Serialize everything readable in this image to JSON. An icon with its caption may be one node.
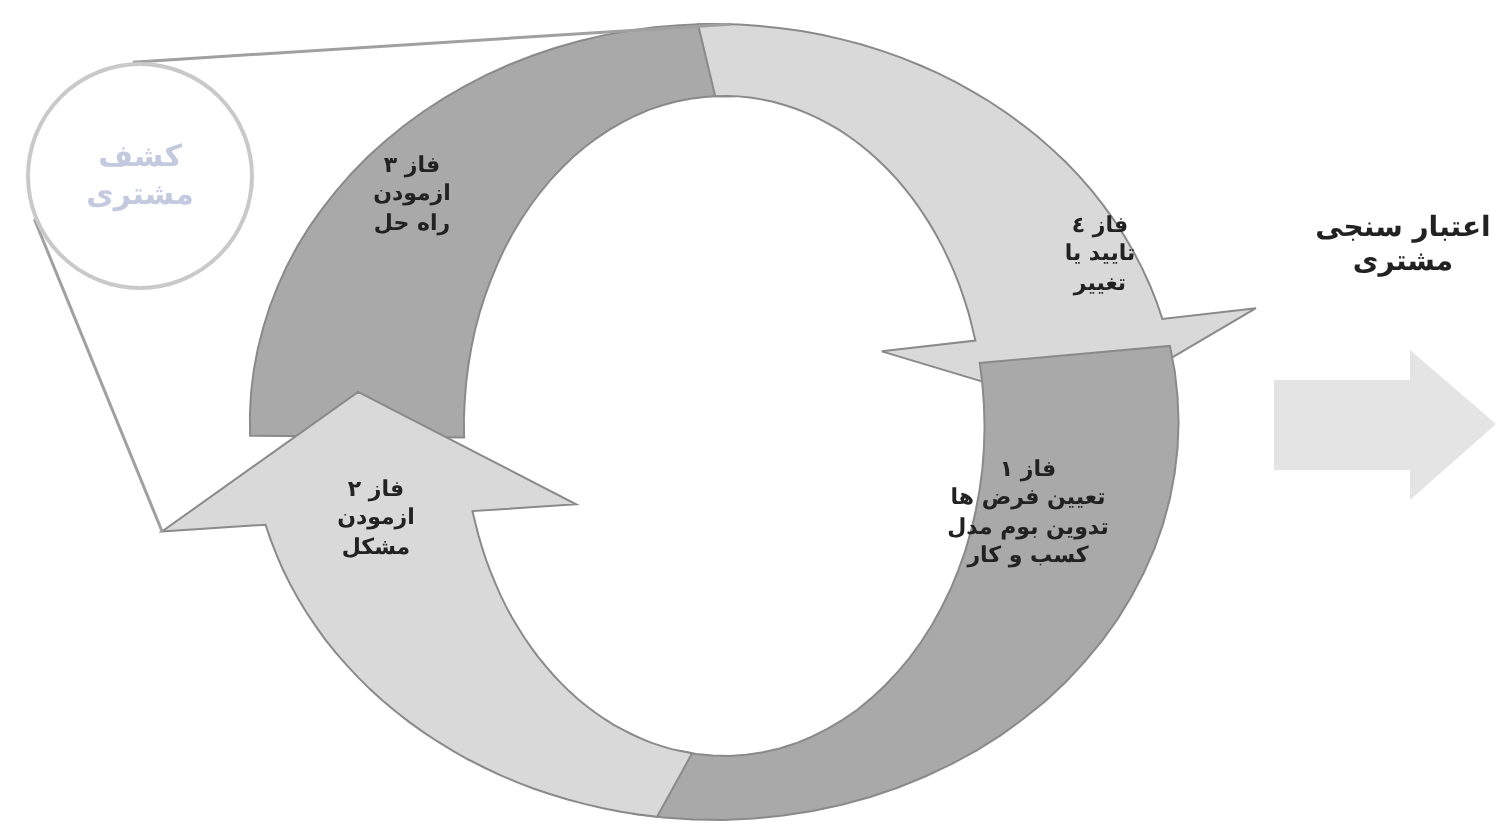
{
  "diagram": {
    "nodes": [
      {
        "text": [
          "کشف مشتری"
        ]
      },
      {
        "text": [
          "فاز ۳",
          "ازمودن راه حل"
        ]
      },
      {
        "text": [
          "فاز ٤",
          "تایید یا تغییر"
        ]
      },
      {
        "text": [
          "فاز ۱",
          "تعیین فرض ها تدوین بوم مدل کسب و کار"
        ]
      },
      {
        "text": [
          "فاز ۲",
          "ازمودن مشکل"
        ]
      }
    ],
    "edges": [
      {
        "from": 0,
        "to": 1,
        "arrow": "none"
      },
      {
        "from": 0,
        "to": 4,
        "arrow": "none"
      }
    ],
    "labels": [
      "اعتبار سنجی مشتری"
    ]
  }
}
